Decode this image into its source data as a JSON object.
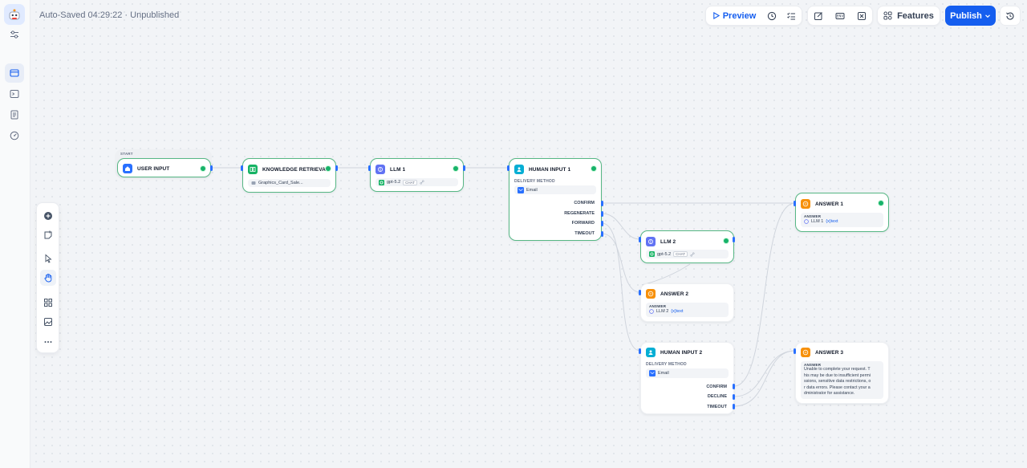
{
  "header": {
    "autosave_text": "Auto-Saved 04:29:22 · Unpublished",
    "preview_label": "Preview",
    "features_label": "Features",
    "publish_label": "Publish"
  },
  "colors": {
    "primary": "#155eef",
    "selected_border": "#57b785",
    "success": "#17b26a",
    "llm": "#6172f3",
    "knowledge": "#16b364",
    "human": "#06aed4",
    "answer": "#f79009"
  },
  "left_rail": {
    "items": [
      "app-logo-icon",
      "settings-sliders-icon",
      "orchestrate-icon",
      "terminal-icon",
      "logs-icon",
      "monitoring-icon"
    ]
  },
  "toolbar": {
    "items": [
      "add-node-icon",
      "add-note-icon",
      "pointer-icon",
      "hand-icon",
      "organize-icon",
      "minimap-icon",
      "more-icon"
    ]
  },
  "nodes": {
    "start": {
      "section": "START",
      "title": "USER INPUT"
    },
    "knowledge": {
      "title": "KNOWLEDGE RETRIEVAL",
      "dataset": "Graphics_Card_Sale..."
    },
    "llm1": {
      "title": "LLM 1",
      "model": "gpt-5.2",
      "mode": "CHAT"
    },
    "human1": {
      "title": "HUMAN INPUT 1",
      "delivery_label": "DELIVERY METHOD",
      "delivery_value": "Email",
      "branches": [
        "CONFIRM",
        "REGENERATE",
        "FORWARD",
        "TIMEOUT"
      ]
    },
    "answer1": {
      "title": "ANSWER 1",
      "field_label": "ANSWER",
      "source": "LLM 1",
      "var": "{x}text"
    },
    "llm2": {
      "title": "LLM 2",
      "model": "gpt-5.2",
      "mode": "CHAT"
    },
    "answer2": {
      "title": "ANSWER 2",
      "field_label": "ANSWER",
      "source": "LLM 2",
      "var": "{x}text"
    },
    "human2": {
      "title": "HUMAN INPUT 2",
      "delivery_label": "DELIVERY METHOD",
      "delivery_value": "Email",
      "branches": [
        "CONFIRM",
        "DECLINE",
        "TIMEOUT"
      ]
    },
    "answer3": {
      "title": "ANSWER 3",
      "field_label": "ANSWER",
      "lines": [
        "Unable to complete your request. T",
        "his may be due to insufficient permi",
        "ssions, sensitive data restrictions, o",
        "r data errors. Please contact your a",
        "dministrator for assistance."
      ]
    }
  }
}
